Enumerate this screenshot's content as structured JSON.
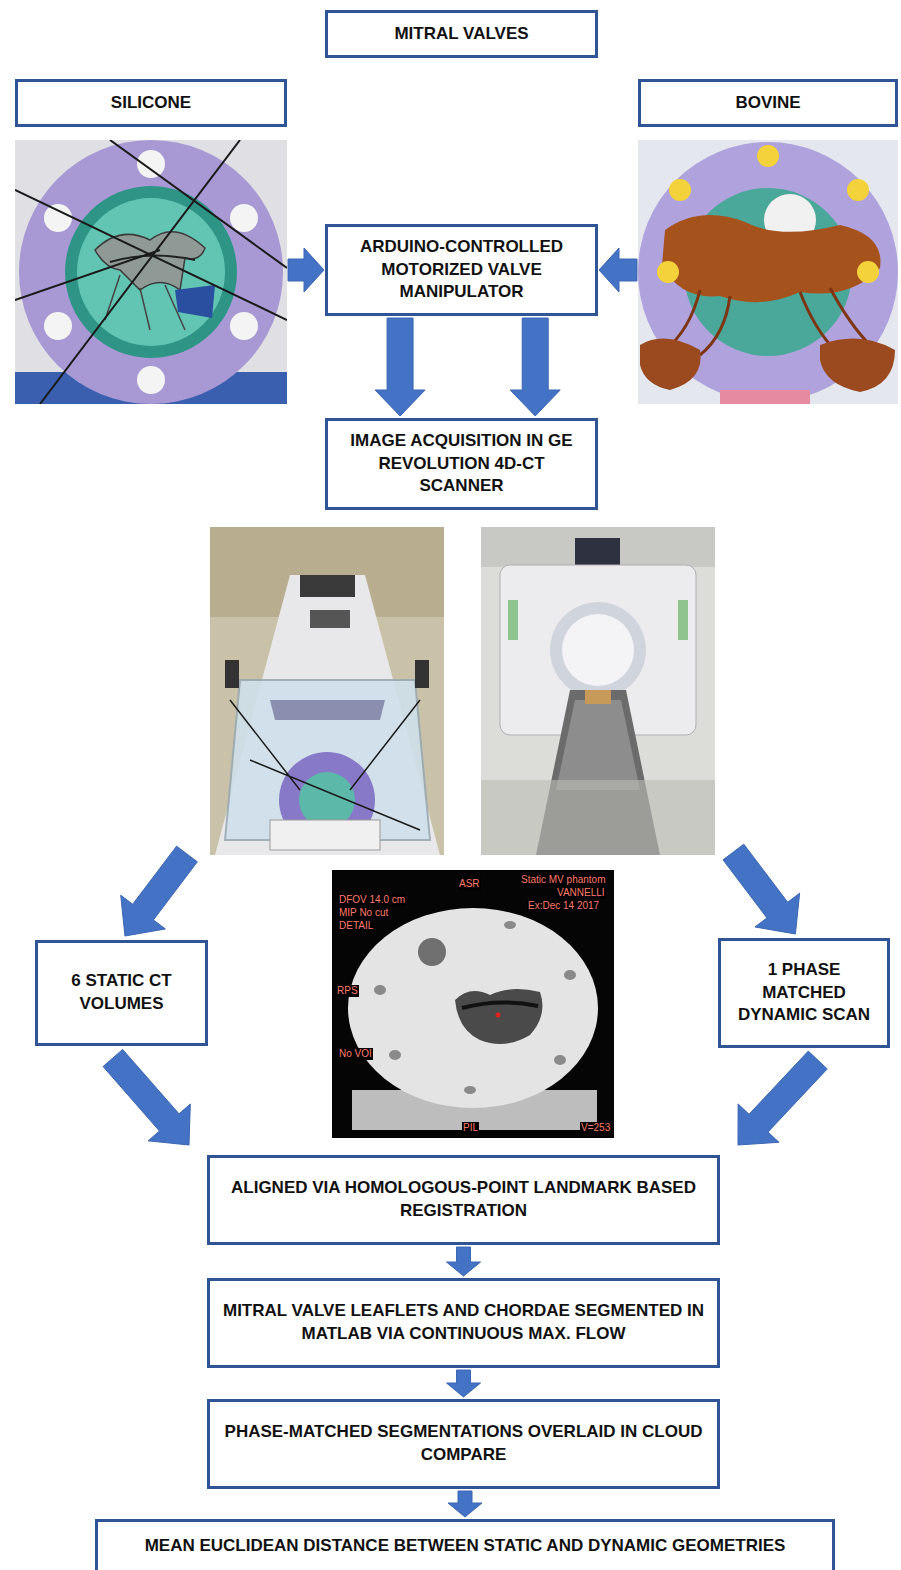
{
  "diagram": {
    "nodes": [
      {
        "text": [
          "MITRAL VALVES"
        ]
      },
      {
        "text": [
          "SILICONE"
        ]
      },
      {
        "text": [
          "BOVINE"
        ]
      },
      {
        "text": [
          "ARDUINO-CONTROLLED MOTORIZED VALVE MANIPULATOR"
        ]
      },
      {
        "text": [
          "IMAGE ACQUISITION IN GE REVOLUTION 4D-CT SCANNER"
        ]
      },
      {
        "text": [
          "6 STATIC CT VOLUMES"
        ]
      },
      {
        "text": [
          "1 PHASE MATCHED DYNAMIC SCAN"
        ]
      },
      {
        "text": [
          "ALIGNED VIA HOMOLOGOUS-POINT LANDMARK BASED REGISTRATION"
        ]
      },
      {
        "text": [
          "MITRAL VALVE LEAFLETS AND CHORDAE SEGMENTED IN MATLAB VIA CONTINUOUS MAX. FLOW"
        ]
      },
      {
        "text": [
          "PHASE-MATCHED SEGMENTATIONS OVERLAID IN CLOUD COMPARE"
        ]
      },
      {
        "text": [
          "MEAN EUCLIDEAN DISTANCE BETWEEN STATIC AND DYNAMIC GEOMETRIES"
        ]
      }
    ],
    "edges": [
      {
        "from": 1,
        "to": 3,
        "arrow": "to"
      },
      {
        "from": 2,
        "to": 3,
        "arrow": "to"
      },
      {
        "from": 3,
        "to": 4,
        "arrow": "to"
      },
      {
        "from": 3,
        "to": 4,
        "arrow": "to"
      },
      {
        "from": 4,
        "to": 5,
        "arrow": "to"
      },
      {
        "from": 4,
        "to": 6,
        "arrow": "to"
      },
      {
        "from": 5,
        "to": 7,
        "arrow": "to"
      },
      {
        "from": 6,
        "to": 7,
        "arrow": "to"
      },
      {
        "from": 7,
        "to": 8,
        "arrow": "to"
      },
      {
        "from": 8,
        "to": 9,
        "arrow": "to"
      },
      {
        "from": 9,
        "to": 10,
        "arrow": "to"
      }
    ],
    "labels": [
      "Static MV phantom",
      "VANNELLI",
      "Ex:Dec 14 2017",
      "ASR",
      "DFOV 14.0 cm",
      "MIP No cut",
      "DETAIL",
      "RPS",
      "No VOI",
      "PIL",
      "V=253"
    ]
  }
}
